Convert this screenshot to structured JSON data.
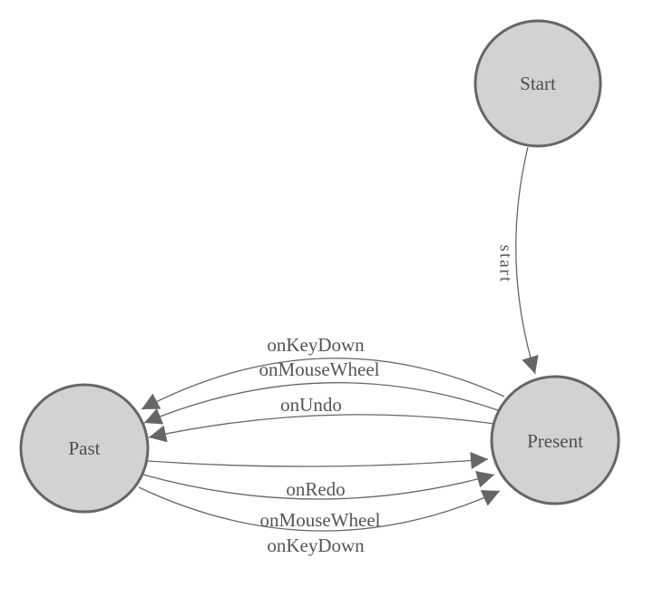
{
  "diagram": {
    "type": "state-machine",
    "colors": {
      "background": "#ffffff",
      "node_fill": "#d2d2d2",
      "node_stroke": "#666666",
      "edge_stroke": "#666666",
      "arrowhead_fill": "#666666",
      "label_text": "#555555"
    },
    "nodes": [
      {
        "id": "start",
        "label": "Start"
      },
      {
        "id": "present",
        "label": "Present"
      },
      {
        "id": "past",
        "label": "Past"
      }
    ],
    "edges": [
      {
        "from": "Start",
        "to": "Present",
        "label": "start"
      },
      {
        "from": "Present",
        "to": "Past",
        "label": "onKeyDown"
      },
      {
        "from": "Present",
        "to": "Past",
        "label": "onMouseWheel"
      },
      {
        "from": "Present",
        "to": "Past",
        "label": "onUndo"
      },
      {
        "from": "Past",
        "to": "Present",
        "label": "onRedo"
      },
      {
        "from": "Past",
        "to": "Present",
        "label": "onMouseWheel"
      },
      {
        "from": "Past",
        "to": "Present",
        "label": "onKeyDown"
      }
    ]
  }
}
